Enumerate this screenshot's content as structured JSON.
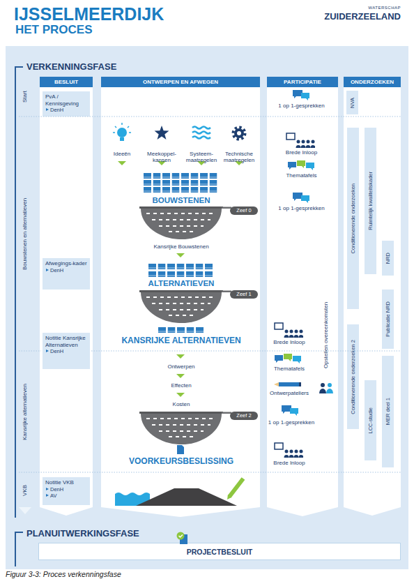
{
  "diagram": {
    "title": "IJSSELMEERDIJK",
    "caption": "Figuur 3-3: Proces verkenningsfase",
    "nodes": [
      {
        "text": [
          "VERKENNINGSFASE"
        ]
      },
      {
        "text": [
          "BESLUIT"
        ],
        "in": 0
      },
      {
        "text": [
          "PvA / Kennisgeving",
          "DenH"
        ],
        "in": 1
      },
      {
        "text": [
          "Afwegings-kader",
          "DenH"
        ],
        "in": 1
      },
      {
        "text": [
          "Notitie Kansrijke Alternatieven",
          "DenH"
        ],
        "in": 1
      },
      {
        "text": [
          "Notitie VKB",
          "DenH",
          "AV"
        ],
        "in": 1
      },
      {
        "text": [
          "ONTWERPEN EN AFWEGEN"
        ],
        "in": 0
      },
      {
        "text": [
          "PARTICIPATIE"
        ],
        "in": 0
      },
      {
        "text": [
          "ONDERZOEKEN"
        ],
        "in": 0
      },
      {
        "text": [
          "NVA"
        ],
        "in": 8
      },
      {
        "text": [
          "Conditionerende onderzoeken"
        ],
        "in": 8
      },
      {
        "text": [
          "Ruimtelijk kwaliteitskader"
        ],
        "in": 8
      },
      {
        "text": [
          "NRD"
        ],
        "in": 8
      },
      {
        "text": [
          "Publicatie NRD"
        ],
        "in": 8
      },
      {
        "text": [
          "Conditionerende onderzoeken 2"
        ],
        "in": 8
      },
      {
        "text": [
          "LCC-studie"
        ],
        "in": 8
      },
      {
        "text": [
          "MER deel 1"
        ],
        "in": 8
      },
      {
        "text": [
          "PLANUITWERKINGSFASE"
        ]
      },
      {
        "text": [
          "PROJECTBESLUIT"
        ],
        "in": 17
      }
    ],
    "labels": [
      "HET PROCES",
      "WATERSCHAP",
      "ZUIDERZEELAND",
      "Start",
      "Bouwstenen en alternatieven",
      "Kansrijke alternatieven",
      "VKB",
      "Ideeën",
      "Meekoppel-kansen",
      "Systeem-maatregelen",
      "Technische maatregelen",
      "BOUWSTENEN",
      "Zeef 0",
      "Kansrijke Bouwstenen",
      "ALTERNATIEVEN",
      "Zeef 1",
      "KANSRIJKE ALTERNATIEVEN",
      "Ontwerpen",
      "Effecten",
      "Kosten",
      "Zeef 2",
      "VOORKEURSBESLISSING",
      "1 op 1-gesprekken",
      "Brede Inloop",
      "Thematafels",
      "1 op 1-gesprekken",
      "Opstellen overeenkomsten",
      "Brede Inloop",
      "Thematafels",
      "Ontwerpateliers",
      "1 op 1-gesprekken",
      "Brede Inloop"
    ]
  }
}
